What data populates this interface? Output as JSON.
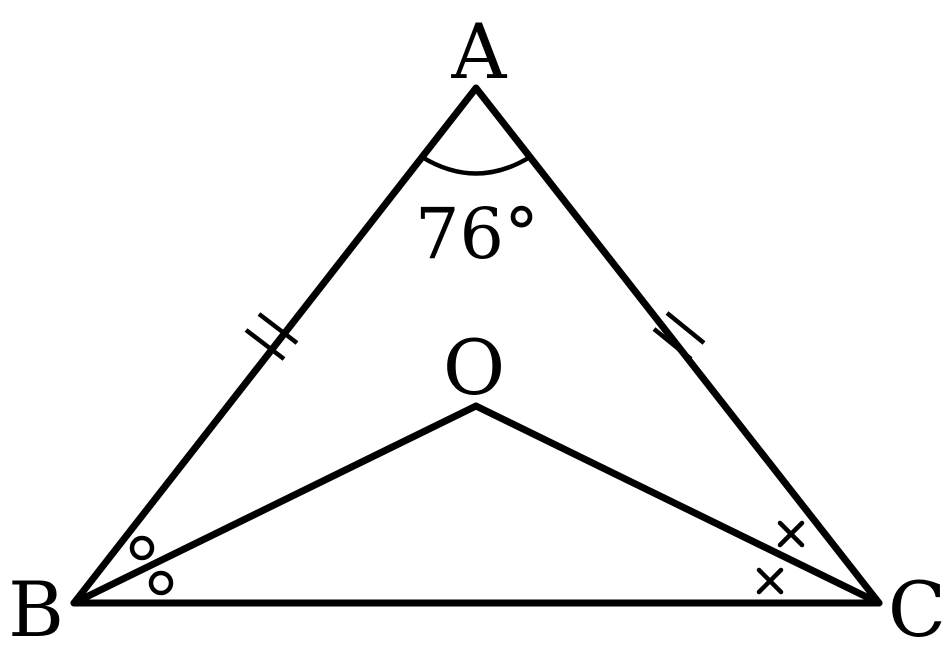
{
  "labels": {
    "vertex_a": "A",
    "vertex_b": "B",
    "vertex_c": "C",
    "point_o": "O",
    "angle_a": "76°"
  },
  "colors": {
    "stroke": "#000000",
    "background": "#ffffff"
  }
}
